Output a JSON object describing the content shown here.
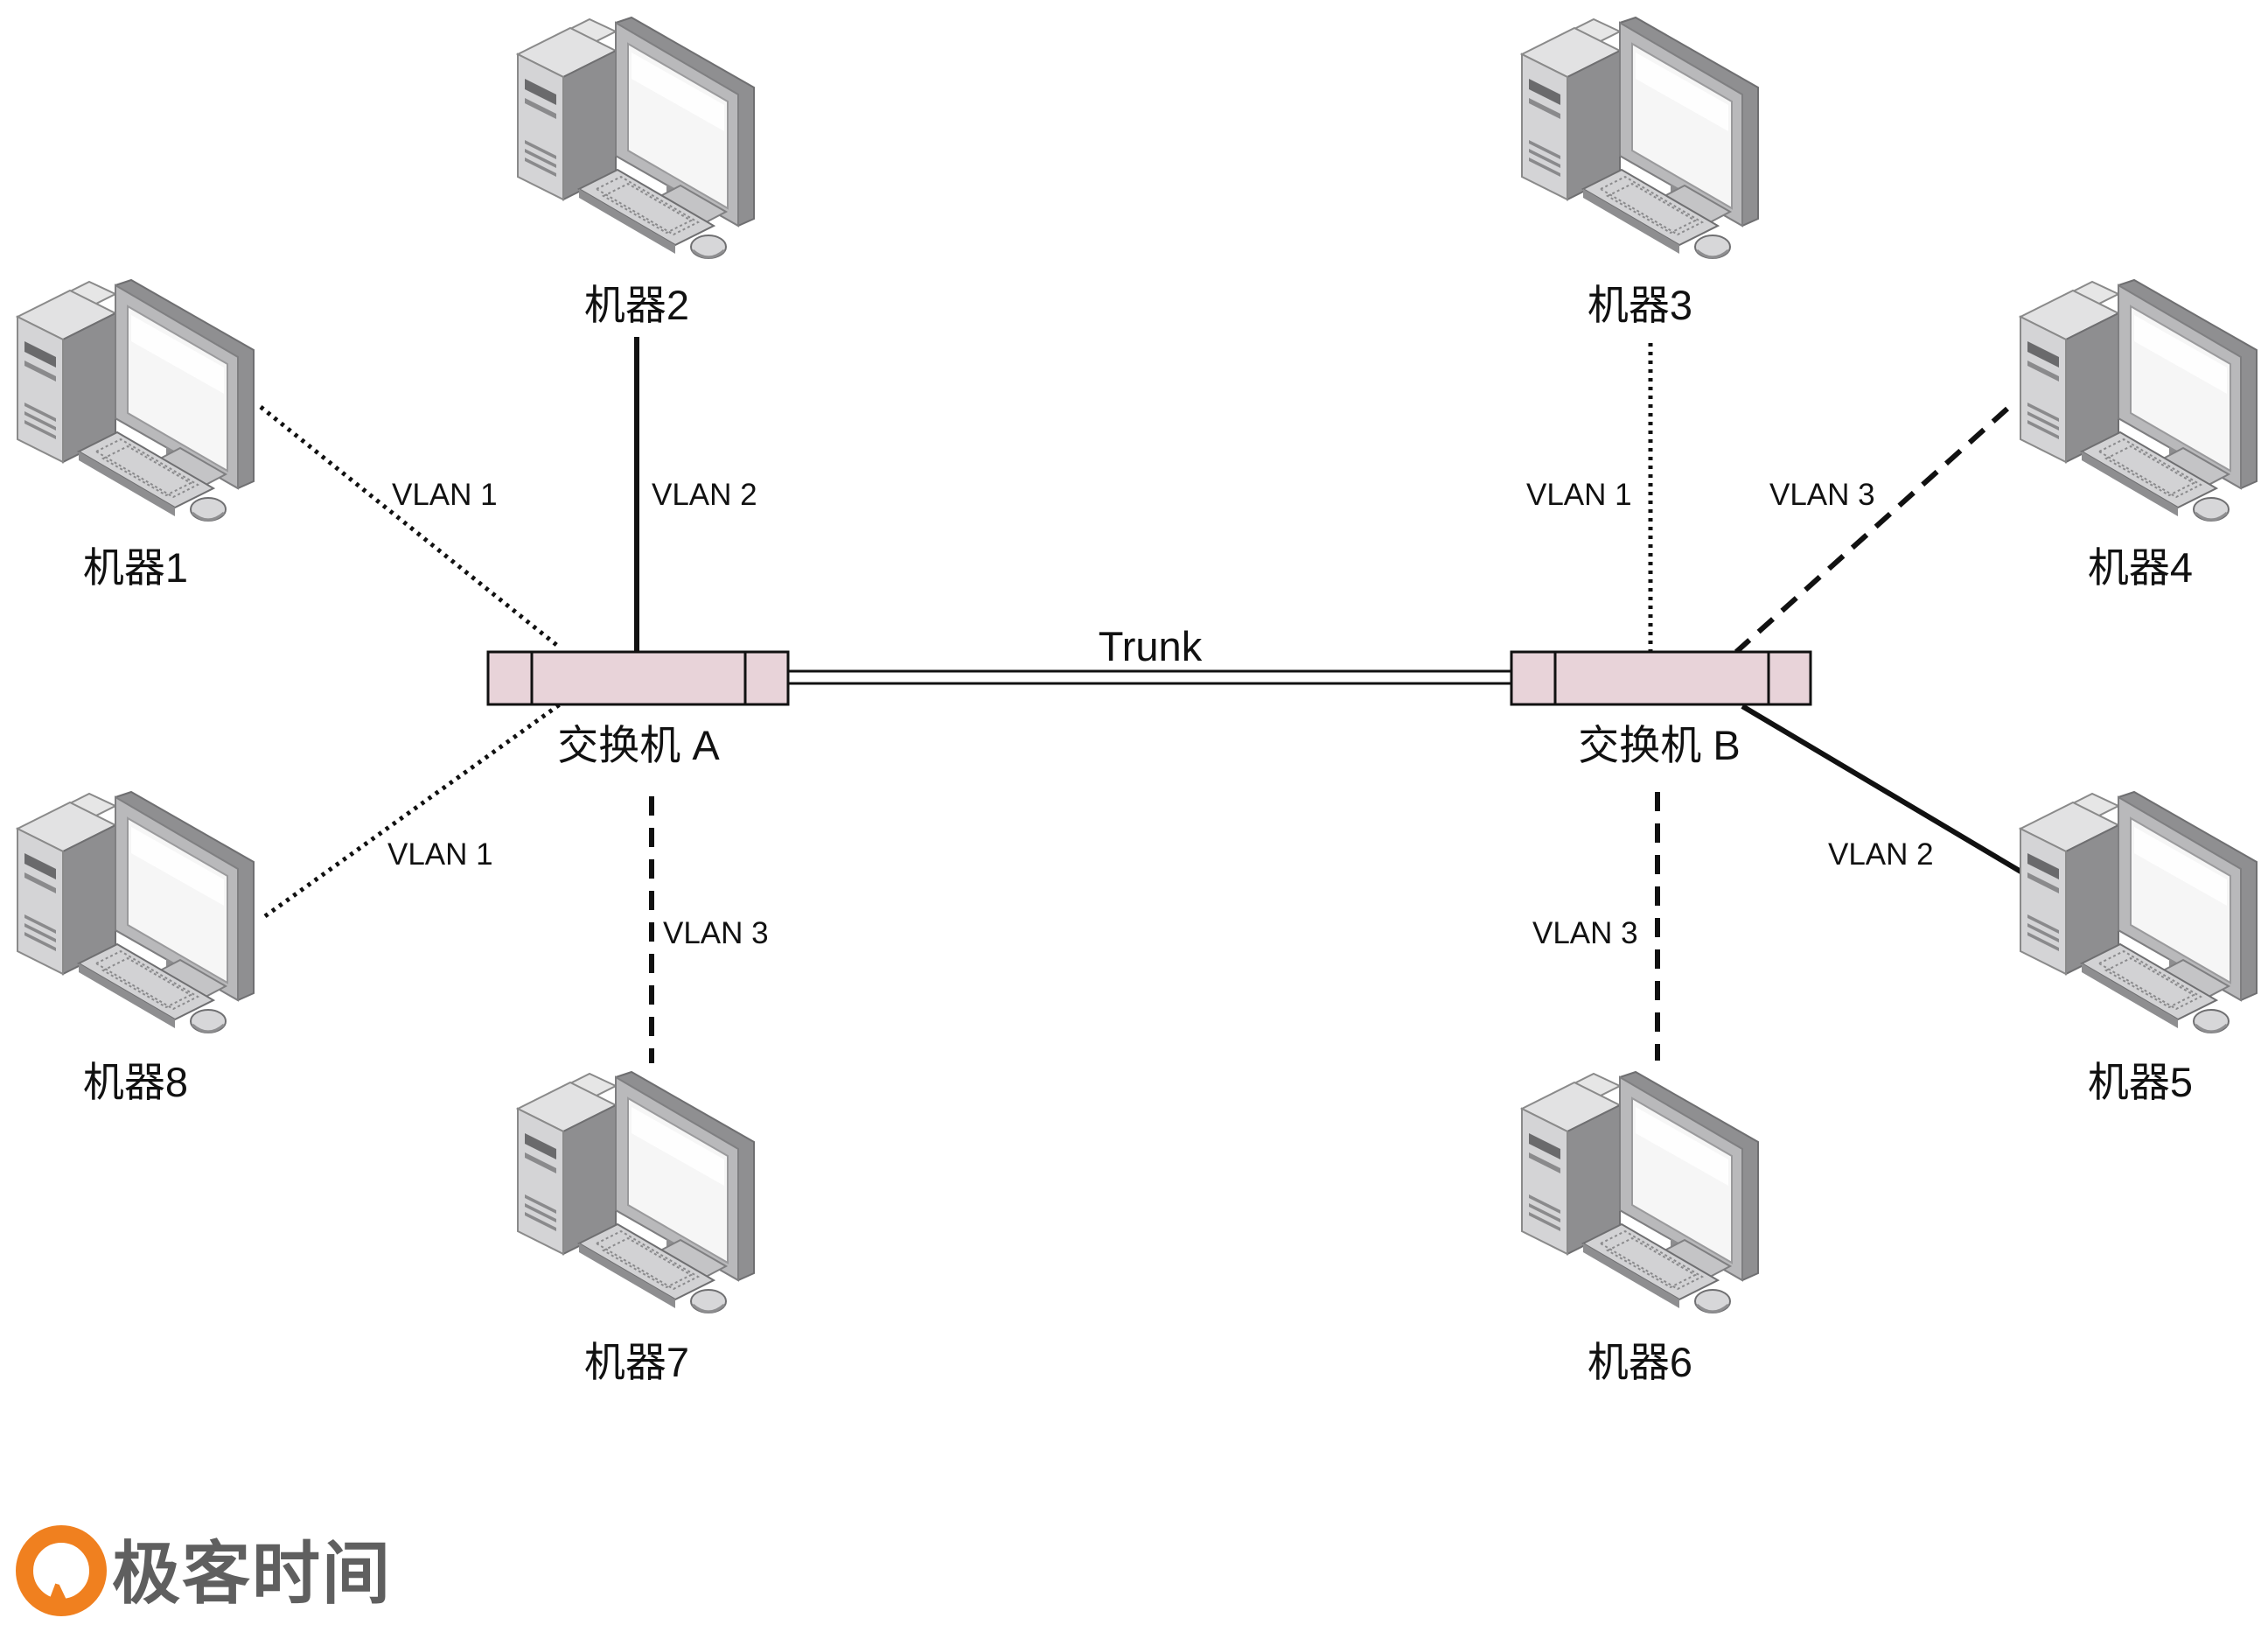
{
  "machines": [
    {
      "id": "m1",
      "label": "机器1"
    },
    {
      "id": "m2",
      "label": "机器2"
    },
    {
      "id": "m3",
      "label": "机器3"
    },
    {
      "id": "m4",
      "label": "机器4"
    },
    {
      "id": "m5",
      "label": "机器5"
    },
    {
      "id": "m6",
      "label": "机器6"
    },
    {
      "id": "m7",
      "label": "机器7"
    },
    {
      "id": "m8",
      "label": "机器8"
    }
  ],
  "switches": [
    {
      "id": "switch-a",
      "label": "交换机 A"
    },
    {
      "id": "switch-b",
      "label": "交换机 B"
    }
  ],
  "trunk": {
    "label": "Trunk"
  },
  "links": [
    {
      "machine": "机器1",
      "switch": "交换机 A",
      "vlan": "VLAN 1",
      "line_style": "dotted"
    },
    {
      "machine": "机器2",
      "switch": "交换机 A",
      "vlan": "VLAN 2",
      "line_style": "solid"
    },
    {
      "machine": "机器7",
      "switch": "交换机 A",
      "vlan": "VLAN 3",
      "line_style": "dashed"
    },
    {
      "machine": "机器8",
      "switch": "交换机 A",
      "vlan": "VLAN 1",
      "line_style": "dotted"
    },
    {
      "machine": "机器3",
      "switch": "交换机 B",
      "vlan": "VLAN 1",
      "line_style": "dotted"
    },
    {
      "machine": "机器4",
      "switch": "交换机 B",
      "vlan": "VLAN 3",
      "line_style": "dashed"
    },
    {
      "machine": "机器5",
      "switch": "交换机 B",
      "vlan": "VLAN 2",
      "line_style": "solid"
    },
    {
      "machine": "机器6",
      "switch": "交换机 B",
      "vlan": "VLAN 3",
      "line_style": "dashed"
    }
  ],
  "brand": {
    "text": "极客时间",
    "icon": "geektime-logo-icon"
  },
  "colors": {
    "switch_fill": "#e8d3d9",
    "device_gray": "#9b9b9d",
    "screen": "#f4f4f4",
    "brand_orange": "#f0801f"
  }
}
